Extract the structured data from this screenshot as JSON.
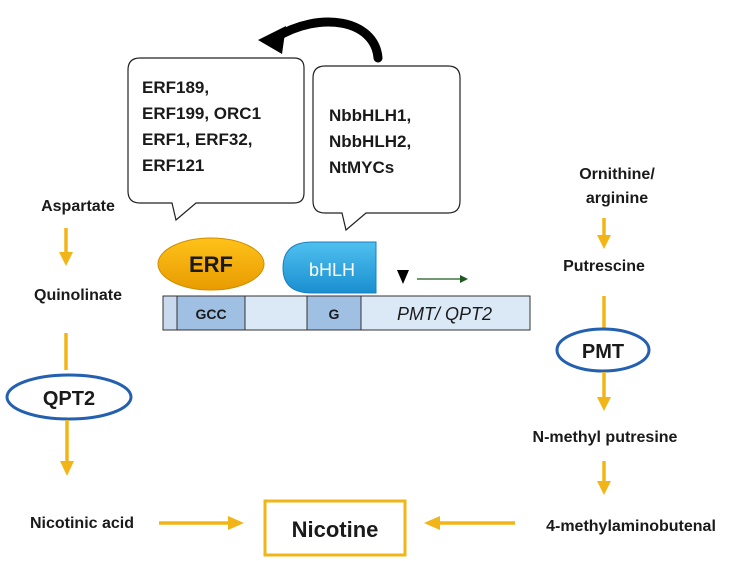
{
  "left_pathway": {
    "aspartate": "Aspartate",
    "quinolinate": "Quinolinate",
    "enzyme": "QPT2",
    "nicotinic_acid": "Nicotinic acid"
  },
  "right_pathway": {
    "ornithine_line1": "Ornithine/",
    "ornithine_line2": "arginine",
    "putrescine": "Putrescine",
    "enzyme": "PMT",
    "n_methyl": "N-methyl putresine",
    "aminobutenal": "4-methylaminobutenal"
  },
  "product": "Nicotine",
  "erf_callout": {
    "lines": [
      "ERF189,",
      "ERF199, ORC1",
      "ERF1, ERF32,",
      "ERF121"
    ]
  },
  "bhlh_callout": {
    "lines": [
      "NbbHLH1,",
      "NbbHLH2,",
      "NtMYCs"
    ]
  },
  "promoter": {
    "erf_label": "ERF",
    "bhlh_label": "bHLH",
    "gcc_label": "GCC",
    "g_label": "G",
    "gene_label": "PMT/ QPT2"
  },
  "colors": {
    "pathway_arrow": "#f2b517",
    "enzyme_ellipse_stroke": "#2460b0",
    "erf_fill": "#f0a800",
    "bhlh_fill": "#29a3dc",
    "promoter_fill": "#dbe8f6",
    "box_fill": "#9fbfe3",
    "nicotine_box_stroke": "#f2b517"
  }
}
